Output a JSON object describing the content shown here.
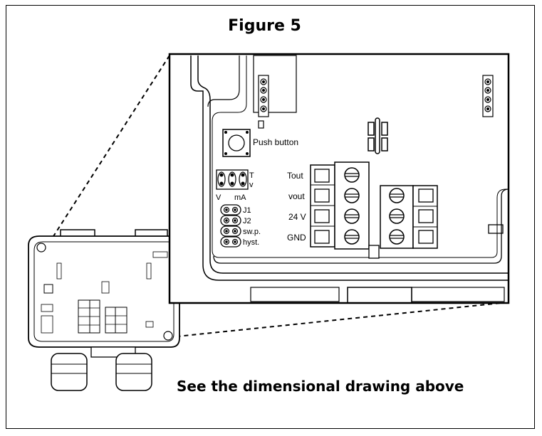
{
  "figure": {
    "title": "Figure 5",
    "caption": "See the dimensional drawing above"
  },
  "detail": {
    "push_button_label": "Push button",
    "jumper_top_labels": [
      "T",
      "v"
    ],
    "jumper_bottom_labels": [
      "V",
      "mA"
    ],
    "jumper_pins": [
      "J1",
      "J2",
      "sw.p.",
      "hyst."
    ],
    "terminal_labels": [
      "Tout",
      "vout",
      "24 V",
      "GND"
    ]
  }
}
